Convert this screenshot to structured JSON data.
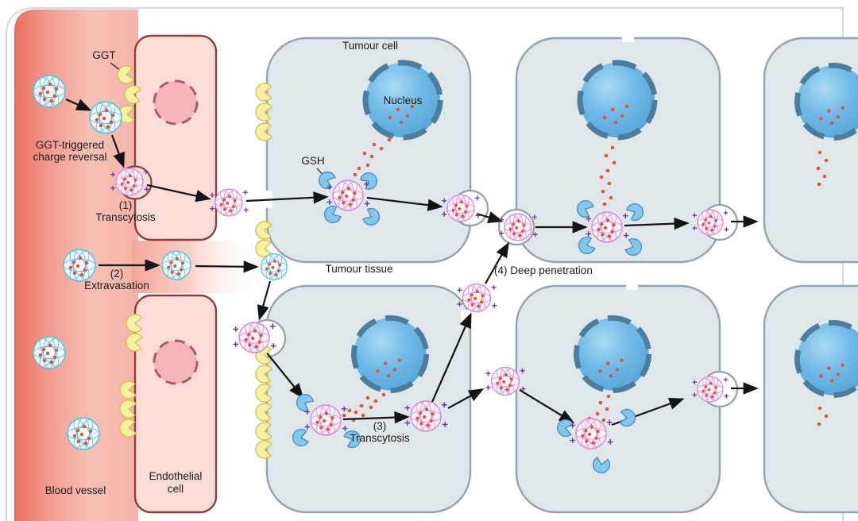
{
  "figure": {
    "type": "scientific-diagram",
    "topic": "GGT-triggered charge-reversal nanoparticle extravasation, transcytosis and deep tumour penetration"
  },
  "regions": {
    "blood_vessel": {
      "label": "Blood vessel"
    },
    "endothelial_cell": {
      "label_line1": "Endothelial",
      "label_line2": "cell"
    },
    "tumour_cell": {
      "label": "Tumour cell"
    },
    "tumour_tissue": {
      "label": "Tumour tissue"
    },
    "nucleus": {
      "label": "Nucleus"
    }
  },
  "molecules": {
    "ggt": {
      "label": "GGT",
      "icon": "pacman-yellow"
    },
    "gsh": {
      "label": "GSH",
      "icon": "pacman-blue"
    },
    "nanoparticle_initial": {
      "icon": "mesh-sphere-cyan"
    },
    "nanoparticle_charge_reversed": {
      "icon": "mesh-sphere-pink-with-plus"
    },
    "drug": {
      "icon": "red-dot"
    }
  },
  "steps": {
    "charge_reversal_line1": "GGT-triggered",
    "charge_reversal_line2": "charge reversal",
    "s1_num": "(1)",
    "s1_name": "Transcytosis",
    "s2_num": "(2)",
    "s2_name": "Extravasation",
    "s3_num": "(3)",
    "s3_name": "Transcytosis",
    "s4": "(4) Deep penetration"
  },
  "colors": {
    "blood_vessel_gradient": [
      "#ea6e61",
      "#f29b8f",
      "#f7c0b6"
    ],
    "endothelial_fill": "#fbdcd7",
    "endothelial_border": "#8f3d3b",
    "endothelial_nucleus": "#f4b4ba",
    "endothelial_nucleus_border": "#a85e5e",
    "tumour_cell_fill": "#e0e7ea",
    "tumour_cell_border": "#93a3ad",
    "nucleus_fill": "#5aabdf",
    "nucleus_border": "#4d7d9d",
    "nanoparticle_cyan": "#53c3da",
    "nanoparticle_pink": "#d78ad4",
    "drug_red": "#e2543f",
    "ggt_yellow": "#f7f0a3",
    "ggt_outline": "#d3c44e",
    "gsh_blue": "#82c7ec",
    "gsh_outline": "#4c92c4",
    "charge_plus_purple": "#6b3fa0",
    "arrow_black": "#141414",
    "frame_gray": "#d7d7d7"
  }
}
